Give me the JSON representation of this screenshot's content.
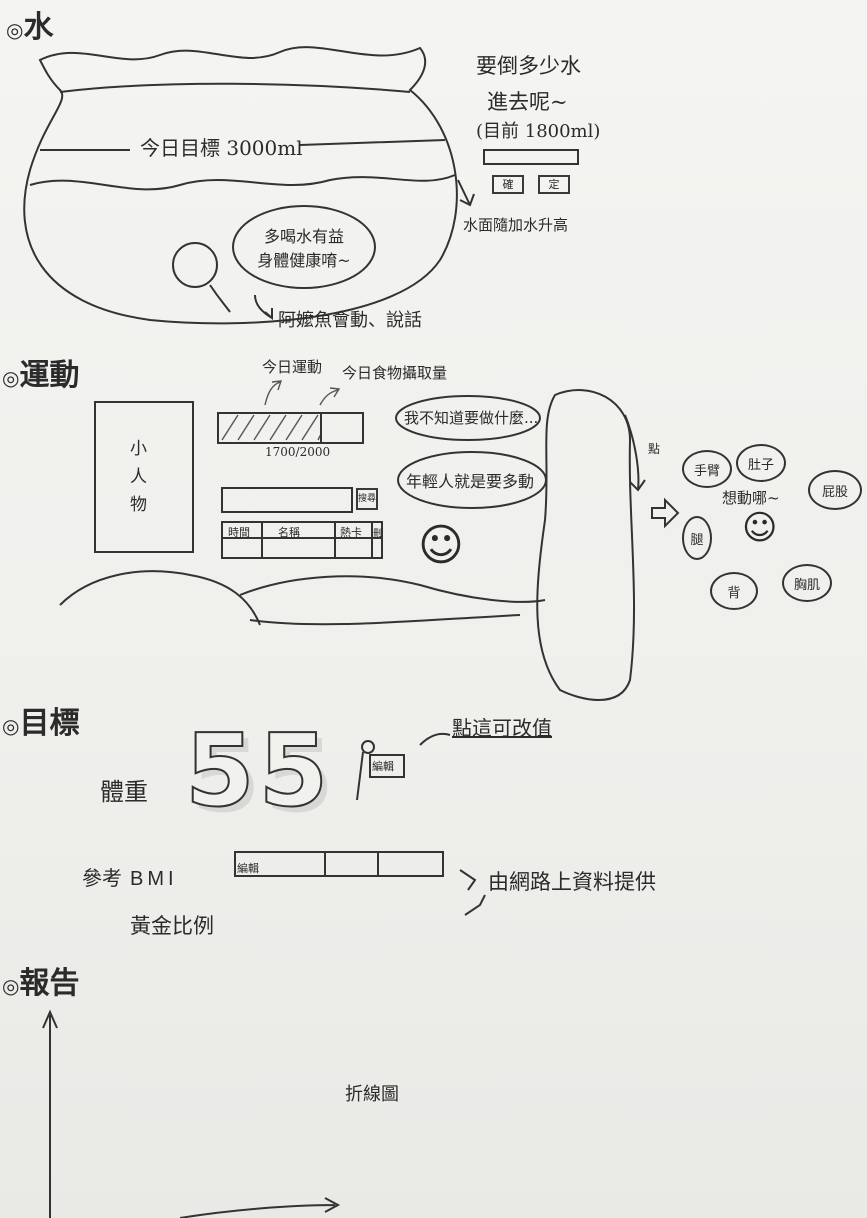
{
  "sections": {
    "water": "水",
    "exercise": "運動",
    "goal": "目標",
    "report": "報告"
  },
  "water": {
    "daily_goal": "今日目標 3000ml",
    "question_line1": "要倒多少水",
    "question_line2": "進去呢~",
    "current": "(目前 1800ml)",
    "btn1": "確",
    "btn2": "定",
    "water_note": "水面隨加水升高",
    "fish_bubble_line1": "多喝水有益",
    "fish_bubble_line2": "身體健康唷~",
    "fish_note": "阿嬤魚會動、說話"
  },
  "exercise": {
    "today_label": "今日運動",
    "intake_label": "今日食物攝取量",
    "progress_text": "1700/2000",
    "progress_fraction": 0.7,
    "figure_label": "小人物",
    "search_icon": "搜尋",
    "table_headers": [
      "時間",
      "名稱",
      "熱卡"
    ],
    "delete_icon": "刪",
    "bubble1": "我不知道要做什麼...",
    "bubble2": "年輕人就是要多動",
    "click_note": "點",
    "wants_text": "想動哪~",
    "parts": [
      "手臂",
      "肚子",
      "屁股",
      "腿",
      "背",
      "胸肌"
    ]
  },
  "goal": {
    "weight_label": "體重",
    "weight_value": "55",
    "edit_btn": "編輯",
    "edit_note": "點這可改值",
    "bmi_label": "BMI",
    "golden_label": "黃金比例",
    "ref_label": "參考",
    "bmi_edit": "編輯",
    "source_note": "由網路上資料提供"
  },
  "report": {
    "chart_note": "折線圖"
  },
  "colors": {
    "ink": "#2b2b2b",
    "paper": "#f1f1ee"
  }
}
